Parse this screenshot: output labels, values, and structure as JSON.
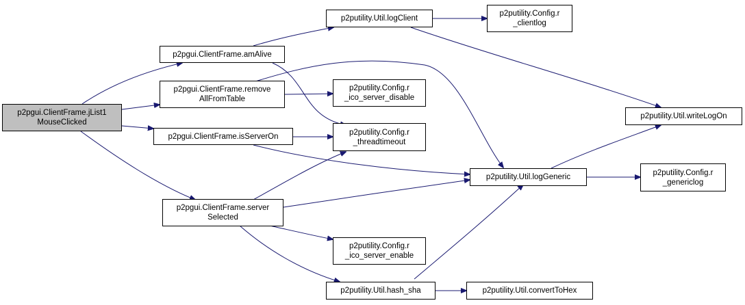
{
  "graph": {
    "title": "",
    "edge_color": "#191970",
    "node_fill": "#ffffff",
    "root_fill": "#bfbfbf",
    "nodes": {
      "root": [
        "p2pgui.ClientFrame.jList1",
        "MouseClicked"
      ],
      "amAlive": [
        "p2pgui.ClientFrame.amAlive"
      ],
      "removeAll": [
        "p2pgui.ClientFrame.remove",
        "AllFromTable"
      ],
      "isServerOn": [
        "p2pgui.ClientFrame.isServerOn"
      ],
      "serverSelected": [
        "p2pgui.ClientFrame.server",
        "Selected"
      ],
      "logClient": [
        "p2putility.Util.logClient"
      ],
      "rClientlog": [
        "p2putility.Config.r",
        "_clientlog"
      ],
      "rIcoDisable": [
        "p2putility.Config.r",
        "_ico_server_disable"
      ],
      "rThreadtimeout": [
        "p2putility.Config.r",
        "_threadtimeout"
      ],
      "rIcoEnable": [
        "p2putility.Config.r",
        "_ico_server_enable"
      ],
      "hashSha": [
        "p2putility.Util.hash_sha"
      ],
      "convertToHex": [
        "p2putility.Util.convertToHex"
      ],
      "logGeneric": [
        "p2putility.Util.logGeneric"
      ],
      "writeLogOn": [
        "p2putility.Util.writeLogOn"
      ],
      "rGenericlog": [
        "p2putility.Config.r",
        "_genericlog"
      ]
    }
  }
}
